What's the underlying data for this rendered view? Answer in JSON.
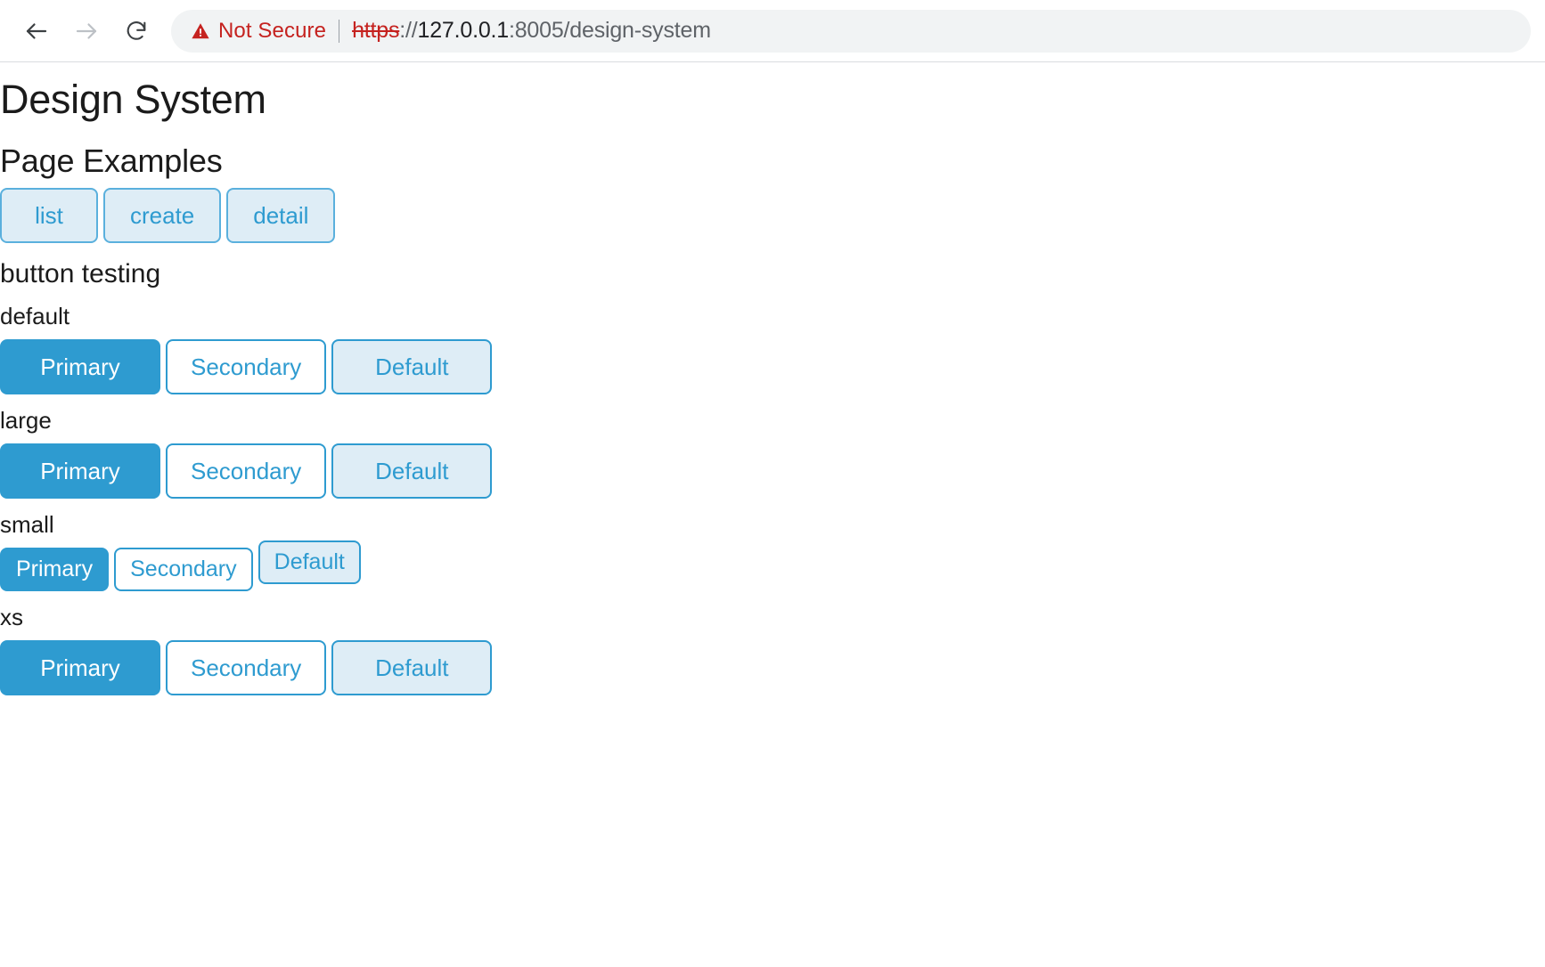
{
  "browser": {
    "back_icon": "arrow-left-icon",
    "forward_icon": "arrow-right-icon",
    "reload_icon": "reload-icon",
    "warning_icon": "warning-triangle-icon",
    "security_label": "Not Secure",
    "url": {
      "scheme": "https",
      "separator": "://",
      "host": "127.0.0.1",
      "rest": ":8005/design-system",
      "full": "https://127.0.0.1:8005/design-system"
    }
  },
  "page": {
    "title": "Design System",
    "sections": {
      "page_examples": {
        "heading": "Page Examples",
        "links": [
          {
            "label": "list"
          },
          {
            "label": "create"
          },
          {
            "label": "detail"
          }
        ]
      },
      "button_testing": {
        "heading": "button testing",
        "groups": [
          {
            "size_label": "default",
            "size_key": "default",
            "buttons": [
              {
                "label": "Primary",
                "variant": "primary"
              },
              {
                "label": "Secondary",
                "variant": "secondary"
              },
              {
                "label": "Default",
                "variant": "default"
              }
            ]
          },
          {
            "size_label": "large",
            "size_key": "large",
            "buttons": [
              {
                "label": "Primary",
                "variant": "primary"
              },
              {
                "label": "Secondary",
                "variant": "secondary"
              },
              {
                "label": "Default",
                "variant": "default"
              }
            ]
          },
          {
            "size_label": "small",
            "size_key": "small",
            "buttons": [
              {
                "label": "Primary",
                "variant": "primary"
              },
              {
                "label": "Secondary",
                "variant": "secondary"
              },
              {
                "label": "Default",
                "variant": "default"
              }
            ]
          },
          {
            "size_label": "xs",
            "size_key": "xs",
            "buttons": [
              {
                "label": "Primary",
                "variant": "primary"
              },
              {
                "label": "Secondary",
                "variant": "secondary"
              },
              {
                "label": "Default",
                "variant": "default"
              }
            ]
          }
        ]
      }
    }
  },
  "colors": {
    "primary": "#2e9bd0",
    "primary_soft": "#deedf6",
    "border": "#2e9bd0",
    "danger": "#c5221f",
    "text": "#1b1b1b",
    "muted": "#5f6368",
    "omnibox_bg": "#f1f3f4"
  }
}
